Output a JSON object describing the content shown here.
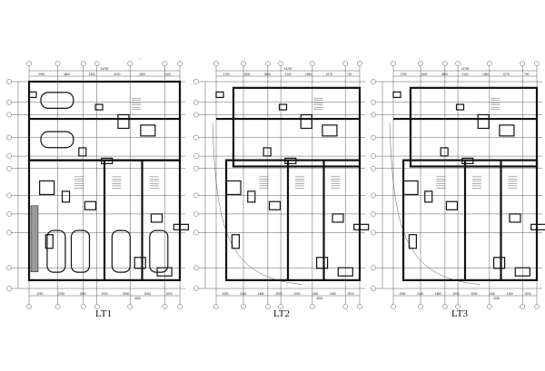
{
  "drawing": {
    "plans": [
      {
        "title": "LT1",
        "overall_dim": "14750",
        "top_dims": [
          "2950",
          "3800",
          "1350",
          "4000",
          "2500",
          "1150"
        ],
        "bottom_dims": [
          "1050",
          "2750",
          "3000",
          "2000",
          "2000",
          "2000",
          "2000"
        ],
        "bottom_total": "4000"
      },
      {
        "title": "LT2",
        "overall_dim": "14750",
        "top_dims": [
          "1750",
          "1500",
          "3800",
          "2100",
          "1950",
          "2275",
          "750"
        ],
        "bottom_dims": [
          "1050",
          "2150",
          "1850",
          "3000",
          "2000",
          "1300",
          "1300",
          "2000"
        ],
        "bottom_total": "4000"
      },
      {
        "title": "LT3",
        "overall_dim": "14750",
        "top_dims": [
          "1750",
          "1500",
          "3800",
          "2100",
          "1950",
          "2275",
          "750"
        ],
        "bottom_dims": [
          "1050",
          "2150",
          "1850",
          "3000",
          "2000",
          "1300",
          "1300",
          "2000"
        ],
        "bottom_total": "4000"
      }
    ],
    "line_color": "#111111",
    "background": "#ffffff"
  }
}
